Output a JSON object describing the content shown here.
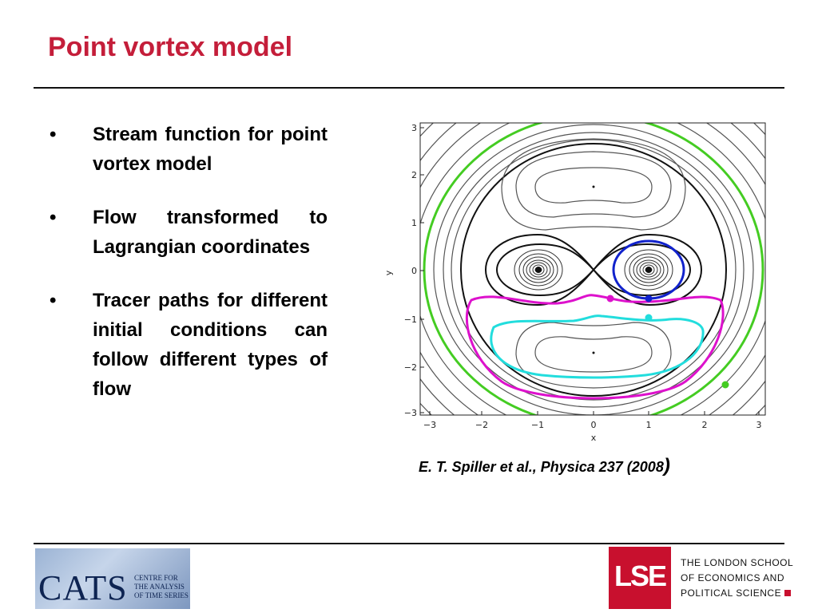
{
  "slide": {
    "title": "Point vortex model",
    "bullets": [
      {
        "marker": "•",
        "text": "Stream function for point vortex model"
      },
      {
        "marker": "•",
        "text": "Flow transformed to Lagrangian coordinates"
      },
      {
        "marker": "•",
        "text": "Tracer paths for different initial conditions can follow different types of flow"
      }
    ],
    "caption": "E. T. Spiller et al., Physica 237 (2008",
    "caption_close": ")"
  },
  "figure": {
    "xlabel": "x",
    "ylabel": "y",
    "xticks": [
      "−3",
      "−2",
      "−1",
      "0",
      "1",
      "2",
      "3"
    ],
    "yticks": [
      "3",
      "2",
      "1",
      "0",
      "−1",
      "−2",
      "−3"
    ],
    "colors": {
      "green": "#44cc22",
      "blue": "#1122cc",
      "magenta": "#dd11cc",
      "cyan": "#22dddd"
    }
  },
  "footer": {
    "cats_logo": "CATS",
    "cats_lines": [
      "CENTRE FOR",
      "THE ANALYSIS",
      "OF TIME SERIES"
    ],
    "lse_logo": "LSE",
    "lse_lines": [
      "THE LONDON SCHOOL",
      "OF ECONOMICS AND",
      "POLITICAL SCIENCE"
    ]
  }
}
